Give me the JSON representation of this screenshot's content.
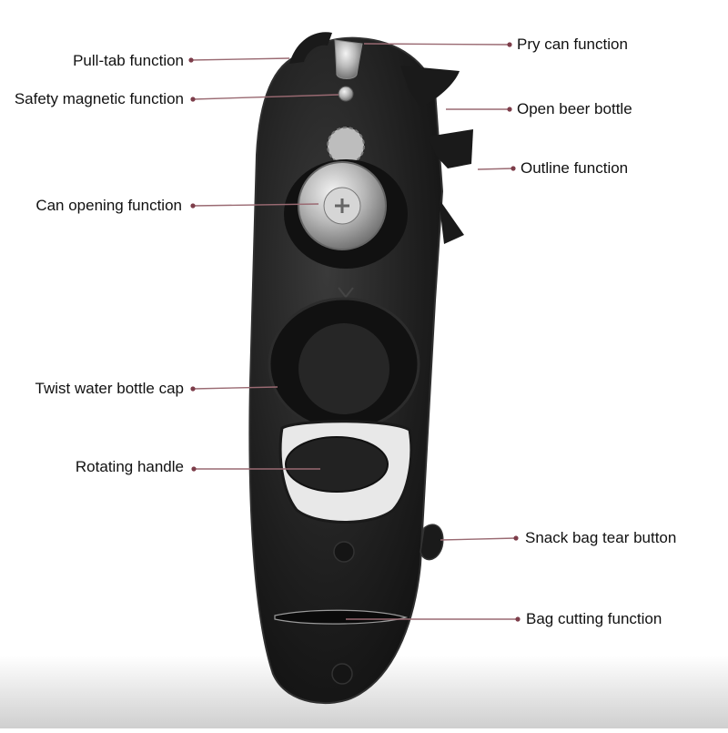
{
  "colors": {
    "background": "#ffffff",
    "device_body": "#1b1b1b",
    "device_edge": "#3a3a3a",
    "leader_line": "#9a6a72",
    "leader_dot": "#7d3d4a",
    "metal": "#c8c8c8",
    "floor_shadow": "#cfcfcf"
  },
  "callouts": {
    "left": [
      {
        "id": "pull-tab",
        "text": "Pull-tab function"
      },
      {
        "id": "safety-magnetic",
        "text": "Safety magnetic function"
      },
      {
        "id": "can-opening",
        "text": "Can opening function"
      },
      {
        "id": "twist-cap",
        "text": "Twist water bottle cap"
      },
      {
        "id": "rotating-handle",
        "text": "Rotating handle"
      }
    ],
    "right": [
      {
        "id": "pry-can",
        "text": "Pry can function"
      },
      {
        "id": "beer-bottle",
        "text": "Open beer bottle"
      },
      {
        "id": "outline",
        "text": "Outline function"
      },
      {
        "id": "snack-bag",
        "text": "Snack bag tear button"
      },
      {
        "id": "bag-cutting",
        "text": "Bag cutting function"
      }
    ]
  }
}
